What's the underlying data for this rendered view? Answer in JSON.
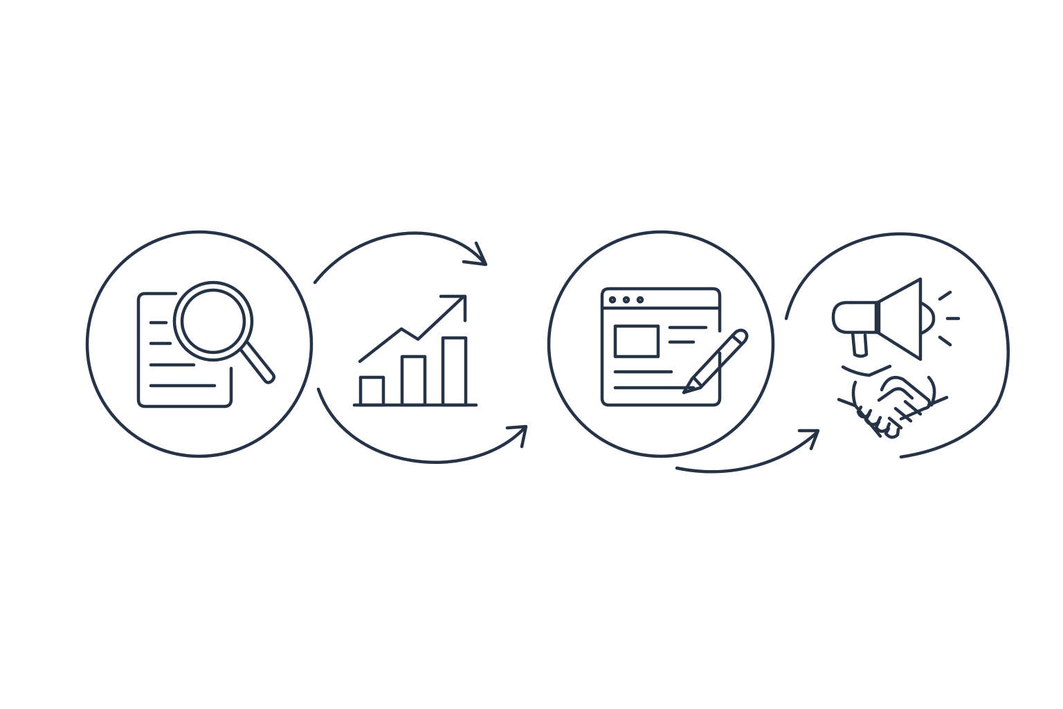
{
  "diagram": {
    "style": {
      "stroke_color": "#263246",
      "background_color": "#ffffff"
    },
    "steps": [
      {
        "icon": "document-search-icon"
      },
      {
        "icon": "growth-chart-icon"
      },
      {
        "icon": "web-content-editing-icon"
      },
      {
        "icon": "megaphone-handshake-icon"
      }
    ],
    "connectors": [
      {
        "from": 1,
        "to": 2,
        "icon": "curved-arrow-icon"
      },
      {
        "from": 1,
        "to": 3,
        "icon": "curved-arrow-icon"
      },
      {
        "from": 3,
        "to": 4,
        "icon": "curved-arrow-icon"
      },
      {
        "from": 3,
        "to": 4,
        "icon": "curved-arrow-icon"
      }
    ]
  }
}
